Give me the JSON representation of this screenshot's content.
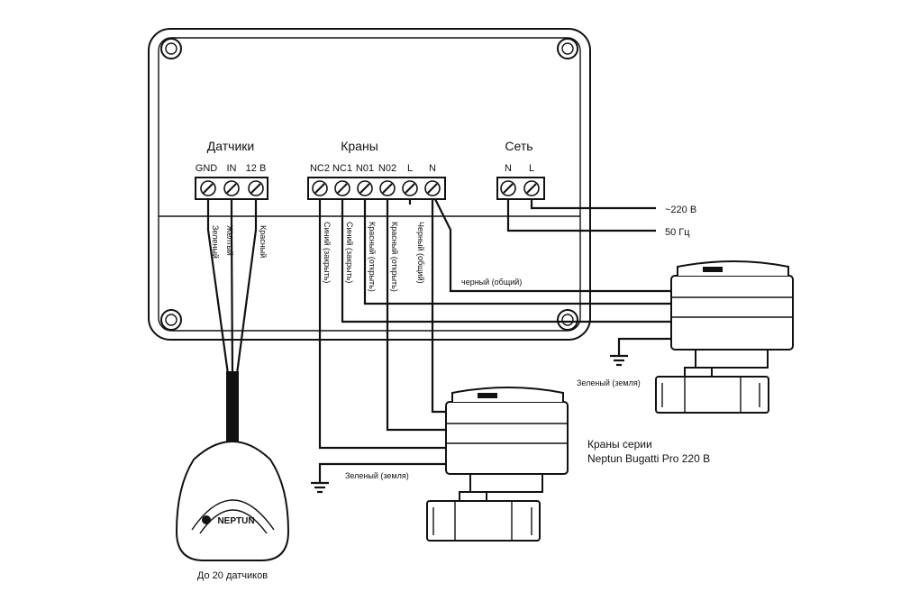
{
  "controller": {
    "groups": {
      "sensors": "Датчики",
      "valves": "Краны",
      "network": "Сеть"
    },
    "sensor_terminals": [
      "GND",
      "IN",
      "12 В"
    ],
    "valve_terminals": [
      "NC2",
      "NC1",
      "N01",
      "N02",
      "L",
      "N"
    ],
    "network_terminals": [
      "N",
      "L"
    ]
  },
  "power": {
    "voltage": "~220 В",
    "frequency": "50 Гц"
  },
  "wire_labels": {
    "green": "Зеленый",
    "yellow": "Желтый",
    "red": "Красный",
    "blue_close_1": "Синий (закрыть)",
    "blue_close_2": "Синий (закрыть)",
    "red_open_1": "Красный (открыть)",
    "red_open_2": "Красный (открыть)",
    "black_common_vertical": "Черный (общий)",
    "black_common": "черный (общий)",
    "ground_1": "Зеленый (земля)",
    "ground_2": "Зеленый (земля)"
  },
  "sensor": {
    "brand": "NEPTUN",
    "caption": "До 20 датчиков"
  },
  "valve_series": {
    "line1": "Краны серии",
    "line2": "Neptun Bugatti Pro 220 В"
  }
}
